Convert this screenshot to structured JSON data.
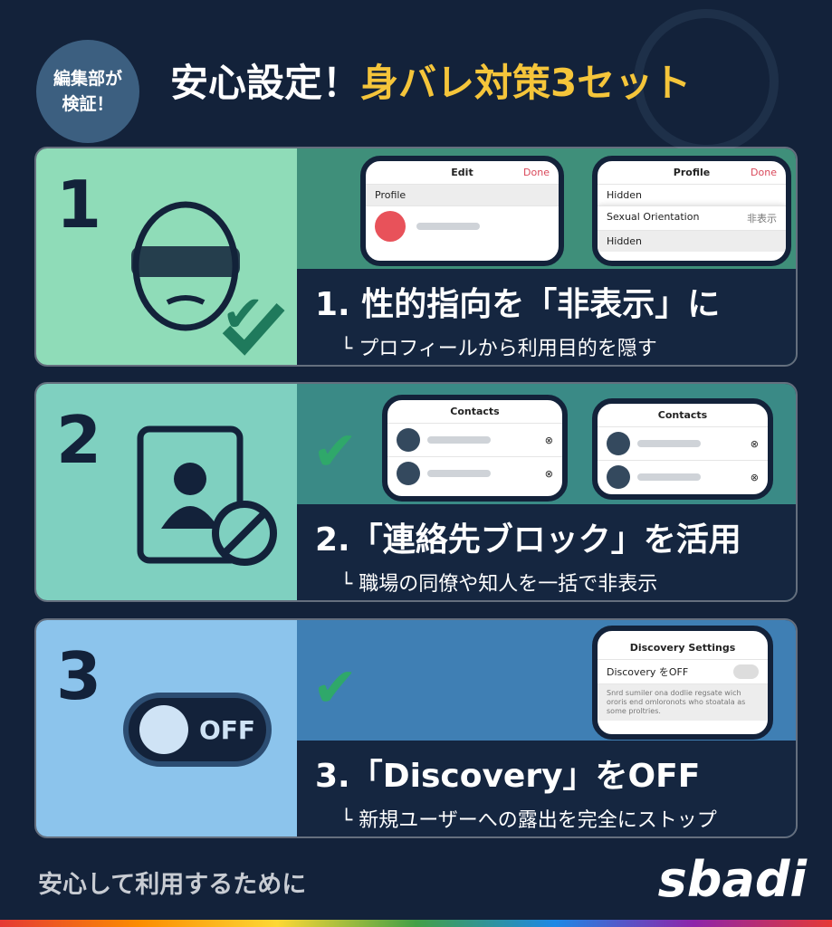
{
  "header": {
    "badge": "編集部が検証！",
    "title_white": "安心設定！",
    "title_yellow": "身バレ対策3セット"
  },
  "colors": {
    "accent": "#f5c53a",
    "bg": "#13223a",
    "card1": "#8fdcb8",
    "card2": "#7fd0c0",
    "card3": "#8cc4ec"
  },
  "cards": [
    {
      "num": "1",
      "icon": "blindfold-face-icon",
      "heading": "1. 性的指向を「非表示」に",
      "sub": "└ プロフィールから利用目的を隠す",
      "phone1": {
        "title": "Edit",
        "done": "Done",
        "section": "Profile"
      },
      "phone2": {
        "title": "Profile",
        "done": "Done",
        "row1": "Hidden",
        "row2": "Sexual Orientation",
        "row2_value": "非表示",
        "row3": "Hidden"
      }
    },
    {
      "num": "2",
      "icon": "contact-book-block-icon",
      "heading": "2.「連絡先ブロック」を活用",
      "sub": "└ 職場の同僚や知人を一括で非表示",
      "phone1": {
        "title": "Contacts"
      },
      "phone2": {
        "title": "Contacts"
      }
    },
    {
      "num": "3",
      "icon": "toggle-off-icon",
      "toggle": "OFF",
      "heading": "3.「Discovery」をOFF",
      "sub": "└ 新規ユーザーへの露出を完全にストップ",
      "phone1": {
        "title": "Discovery Settings",
        "row": "Discovery をOFF",
        "note": "Snrd sumiler ona dodlie regsate wich ororis end omloronots who stoatala as some proltries."
      }
    }
  ],
  "footer": {
    "text": "安心して利用するために",
    "logo": "sbadi"
  }
}
